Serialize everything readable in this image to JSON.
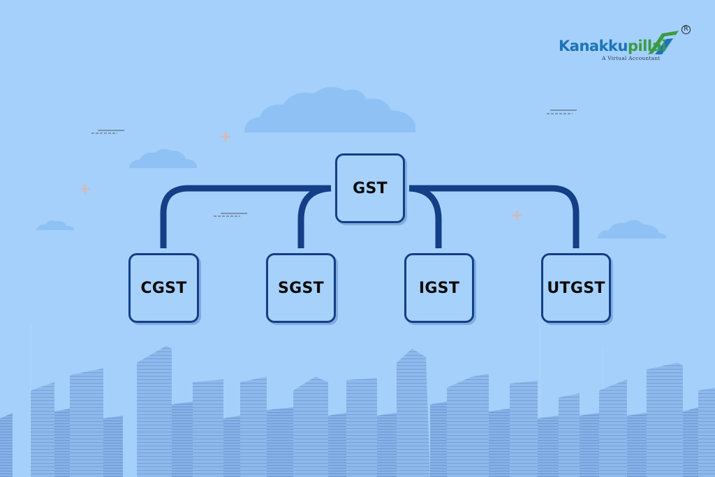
{
  "diagram": {
    "root": {
      "label": "GST"
    },
    "children": [
      {
        "label": "CGST"
      },
      {
        "label": "SGST"
      },
      {
        "label": "IGST"
      },
      {
        "label": "UTGST"
      }
    ]
  },
  "brand": {
    "name_part1": "Kanakku",
    "name_part2": "pillai",
    "tagline": "A Virtual Accountant",
    "registered_mark": "R"
  },
  "colors": {
    "background": "#a4d0fb",
    "connector": "#123f86",
    "node_border": "#123f86",
    "brand_blue": "#1c73b8",
    "brand_green": "#3a9b45"
  },
  "icons": [
    "cloud-icon",
    "plus-icon",
    "dash-line-icon",
    "city-skyline-icon",
    "logo-mark-icon"
  ]
}
